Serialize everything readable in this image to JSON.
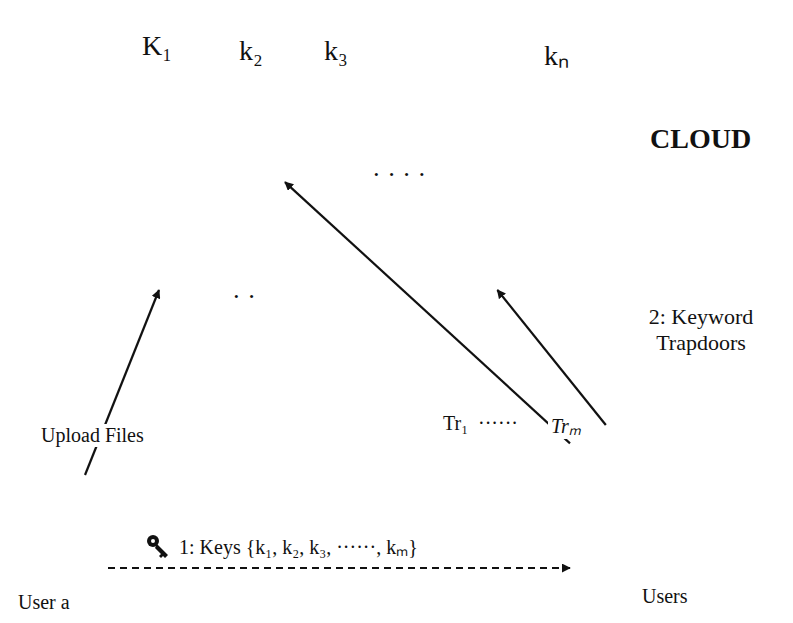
{
  "diagram": {
    "nodes": [
      {
        "text": [
          "CLOUD"
        ]
      },
      {
        "text": [
          "K₁"
        ],
        "in": 0
      },
      {
        "text": [
          "k₂"
        ],
        "in": 0
      },
      {
        "text": [
          "k₃"
        ],
        "in": 0
      },
      {
        "text": [
          "kₙ"
        ],
        "in": 0
      },
      {
        "text": [
          "User a"
        ]
      },
      {
        "text": [
          "Users"
        ]
      }
    ],
    "edges": [
      {
        "from": 5,
        "to": 0,
        "label": "Upload Files",
        "arrow": "to"
      },
      {
        "from": 6,
        "to": 2,
        "label": "Tr₁",
        "arrow": "to"
      },
      {
        "from": 6,
        "to": 0,
        "label": "Trₘ",
        "arrow": "to"
      },
      {
        "from": 5,
        "to": 6,
        "label": "1: Keys {k₁, k₂, k₃, ······, kₘ}",
        "arrow": "to"
      }
    ],
    "labels": [
      "· ·   · ·",
      "· ·",
      "······",
      "2: Keyword Trapdoors"
    ]
  }
}
